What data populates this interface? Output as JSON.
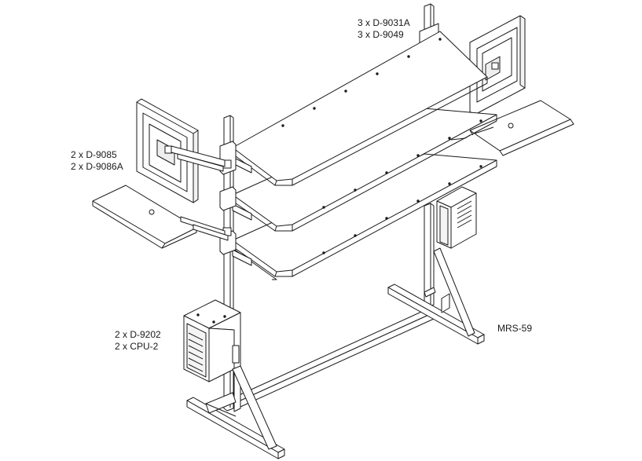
{
  "callouts": {
    "top_line1": "3 x D-9031A",
    "top_line2": "3 x D-9049",
    "left_line1": "2 x D-9085",
    "left_line2": "2 x D-9086A",
    "bottom_line1": "2 x D-9202",
    "bottom_line2": "2 x CPU-2",
    "model": "MRS-59"
  },
  "colors": {
    "line": "#1a1a1a",
    "fill": "#ffffff"
  }
}
